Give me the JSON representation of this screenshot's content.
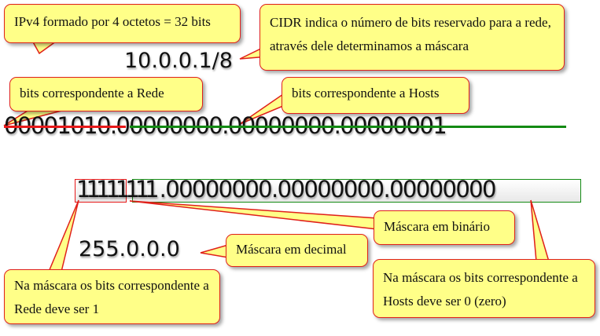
{
  "callouts": {
    "ipv4": "IPv4 formado por 4 octetos = 32 bits",
    "cidr": "CIDR indica o número de bits reservado para a rede, através dele determinamos a máscara",
    "rede_bits": "bits correspondente a Rede",
    "hosts_bits": "bits correspondente a Hosts",
    "mask_binary": "Máscara em binário",
    "mask_decimal": "Máscara em decimal",
    "mask_rede": "Na máscara os bits correspondente a Rede deve ser 1",
    "mask_hosts": "Na máscara os bits correspondente a Hosts deve ser 0 (zero)"
  },
  "address": "10.0.0.1/8",
  "binary": {
    "network": "00001010",
    "hosts": ".00000000.00000000.00000001"
  },
  "mask": {
    "network": "11111111",
    "hosts": ".00000000.00000000.00000000",
    "decimal": "255.0.0.0"
  },
  "colors": {
    "network": "#e8191a",
    "hosts": "#138a13",
    "callout_bg": "#ffff88"
  }
}
